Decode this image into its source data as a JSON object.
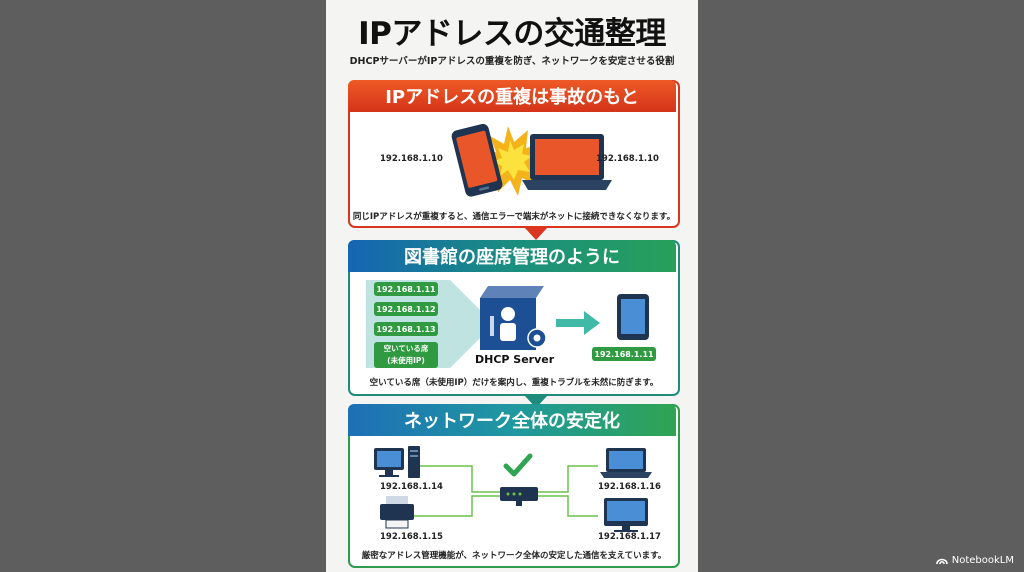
{
  "header": {
    "title": "IPアドレスの交通整理",
    "subtitle": "DHCPサーバーがIPアドレスの重複を防ぎ、ネットワークを安定させる役割"
  },
  "panel1": {
    "heading": "IPアドレスの重複は事故のもと",
    "ip_left": "192.168.1.10",
    "ip_right": "192.168.1.10",
    "caption": "同じIPアドレスが重複すると、通信エラーで端末がネットに接続できなくなります。"
  },
  "panel2": {
    "heading": "図書館の座席管理のように",
    "ip_list": [
      "192.168.1.11",
      "192.168.1.12",
      "192.168.1.13"
    ],
    "free_seat_line1": "空いている席",
    "free_seat_line2": "(未使用IP)",
    "server_label": "DHCP Server",
    "assigned_ip": "192.168.1.11",
    "caption": "空いている席（未使用IP）だけを案内し、重複トラブルを未然に防ぎます。"
  },
  "panel3": {
    "heading": "ネットワーク全体の安定化",
    "devices": [
      {
        "name": "desktop-pc",
        "ip": "192.168.1.14"
      },
      {
        "name": "printer",
        "ip": "192.168.1.15"
      },
      {
        "name": "laptop",
        "ip": "192.168.1.16"
      },
      {
        "name": "monitor",
        "ip": "192.168.1.17"
      }
    ],
    "caption": "厳密なアドレス管理機能が、ネットワーク全体の安定した通信を支えています。"
  },
  "footer": {
    "brand": "NotebookLM"
  },
  "icons": [
    "smartphone-icon",
    "laptop-icon",
    "collision-burst-icon",
    "server-box-icon",
    "gear-icon",
    "tablet-icon",
    "arrow-icon",
    "desktop-pc-icon",
    "printer-icon",
    "router-icon",
    "checkmark-icon",
    "monitor-icon",
    "notebooklm-logo-icon"
  ],
  "colors": {
    "panel1_accent": "#e04a22",
    "panel2_accent": "#1a8e7f",
    "panel3_accent": "#2fa452",
    "pill_green": "#2f9a3f"
  }
}
